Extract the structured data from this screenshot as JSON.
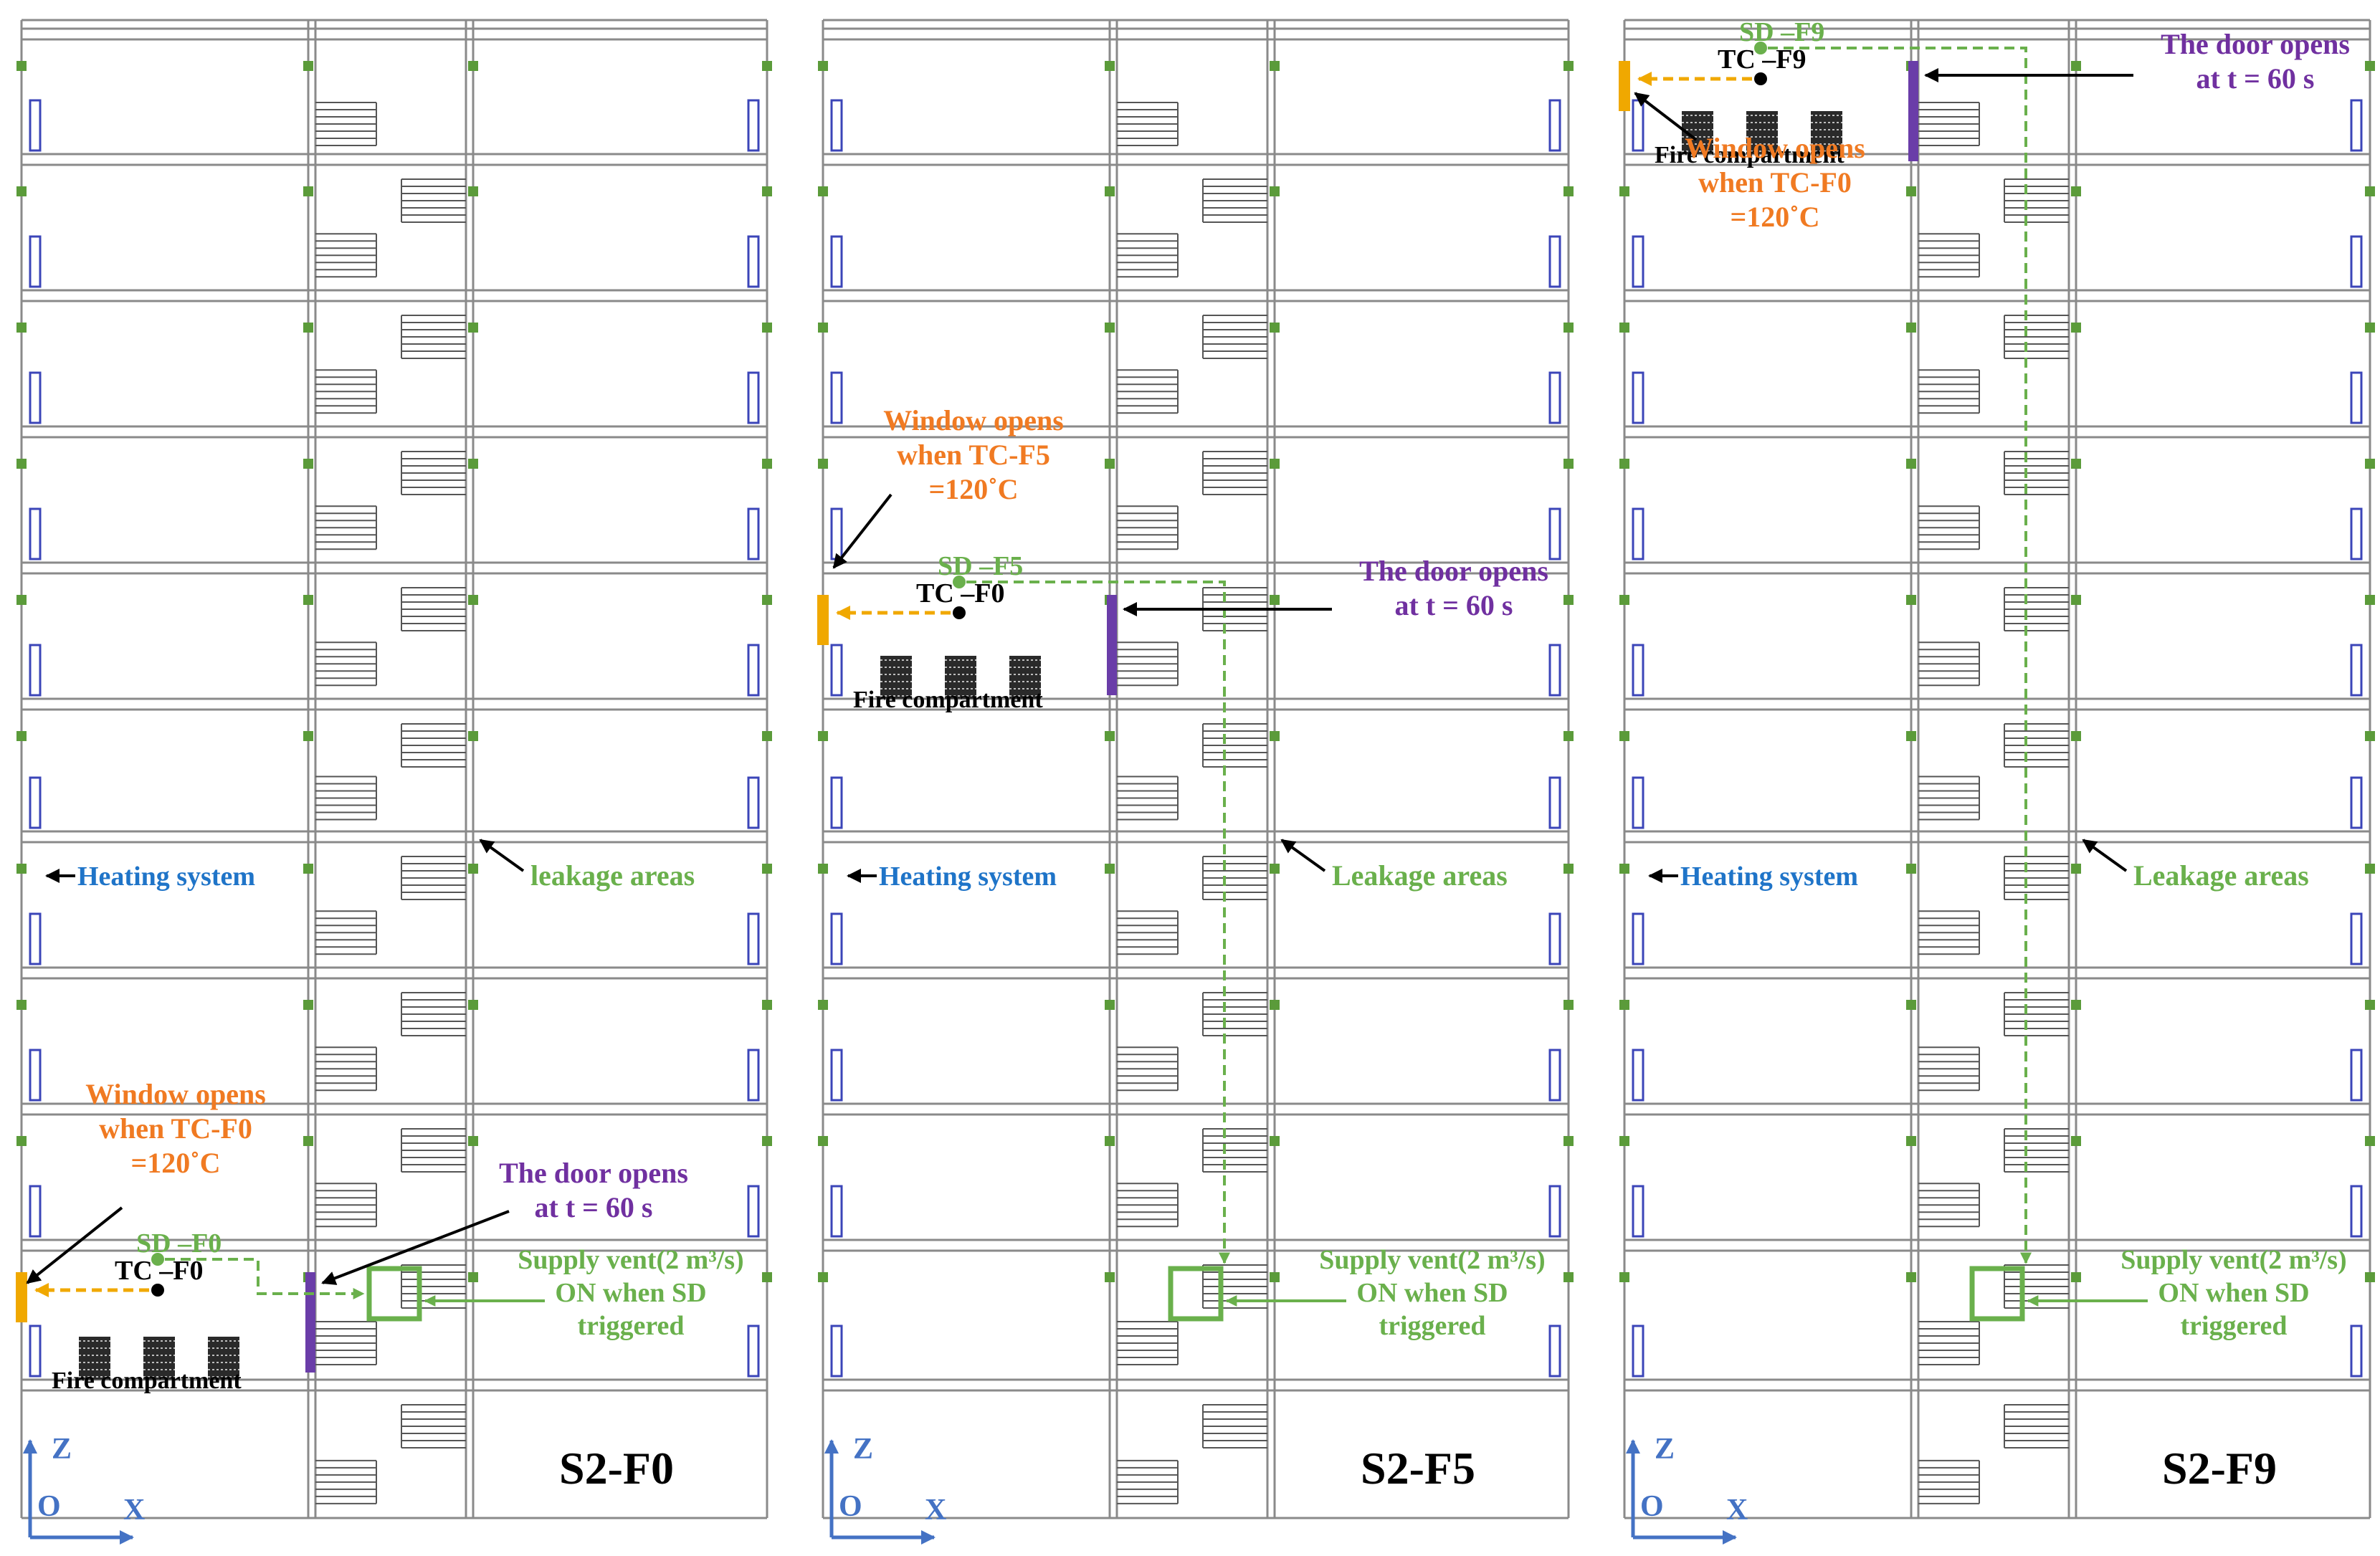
{
  "colors": {
    "structure": "#8a8a8a",
    "stair": "#555555",
    "leak": "#5b9b3a",
    "heater": "#3b45b8",
    "door": "#6a3da8",
    "window": "#f0a800",
    "orange_text": "#f07a22",
    "green": "#6ab04c",
    "purple_text": "#7030a0",
    "blue_text": "#1f74c8",
    "axis": "#4472c4"
  },
  "icons": {
    "leakage": "green-square-icon",
    "heater": "heater-icon",
    "fuel": "fuel-stack-icon",
    "supply_vent": "vent-square-icon",
    "detector": "dot-icon"
  },
  "labels": {
    "heating_system": "Heating system",
    "leakage_areas": "Leakage areas",
    "door_opens_1": "The door opens",
    "door_opens_2": "at t = 60 s",
    "supply_1": "Supply vent(2 m³/s)",
    "supply_2": "ON when SD",
    "supply_3": "triggered",
    "fire_compartment": "Fire compartment",
    "axis_z": "Z",
    "axis_o": "O",
    "axis_x": "X"
  },
  "panels": [
    {
      "id": "s2-f0",
      "title": "S2-F0",
      "fire_floor": 0,
      "tc_label": "TC –F0",
      "sd_label": "SD –F0",
      "window_1": "Window opens",
      "window_2": "when TC-F0",
      "window_3": "=120˚C",
      "leakage_label": "leakage areas"
    },
    {
      "id": "s2-f5",
      "title": "S2-F5",
      "fire_floor": 5,
      "tc_label": "TC –F0",
      "sd_label": "SD –F5",
      "window_1": "Window opens",
      "window_2": "when TC-F5",
      "window_3": "=120˚C",
      "leakage_label": "Leakage areas"
    },
    {
      "id": "s2-f9",
      "title": "S2-F9",
      "fire_floor": 9,
      "tc_label": "TC –F9",
      "sd_label": "SD –F9",
      "window_1": "Window opens",
      "window_2": "when TC-F0",
      "window_3": "=120˚C",
      "leakage_label": "Leakage areas"
    }
  ]
}
